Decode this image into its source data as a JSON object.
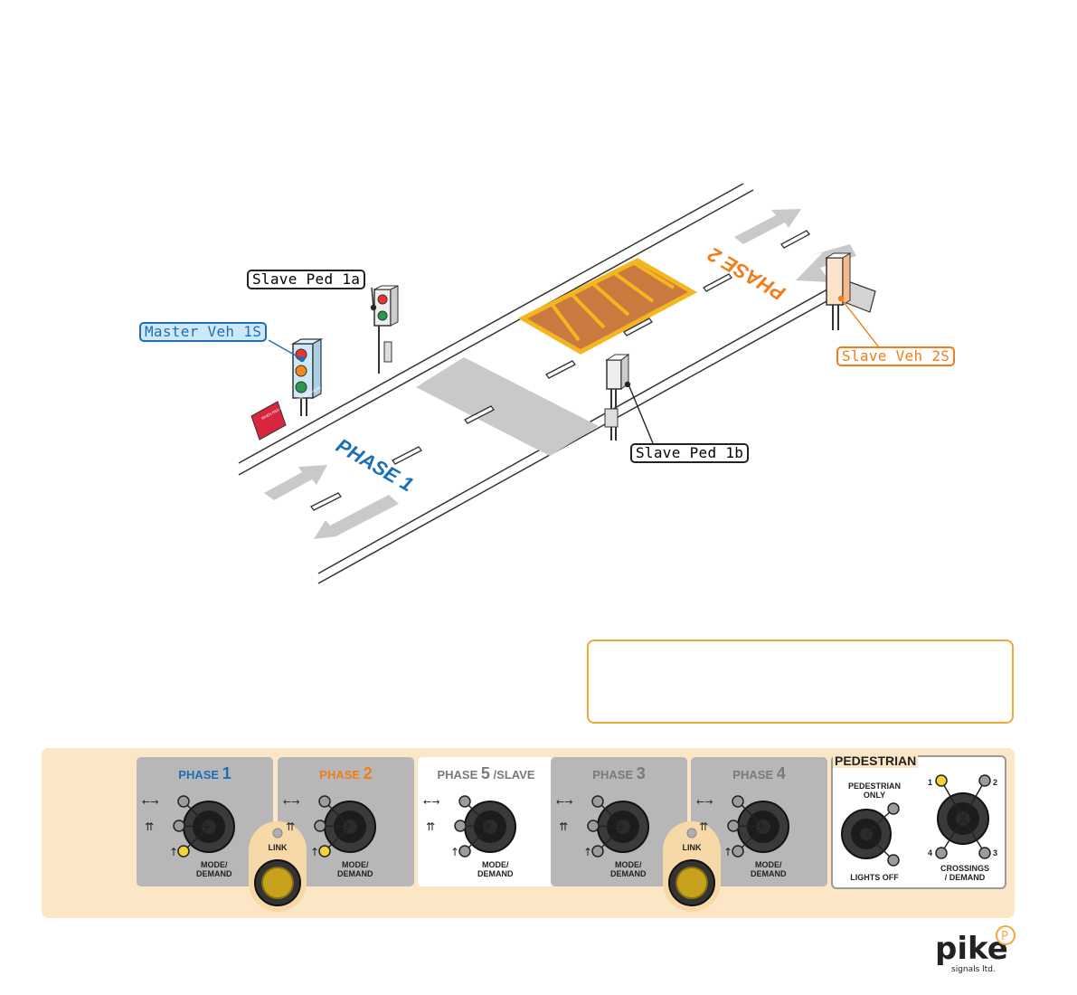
{
  "callouts": {
    "slave_ped_1a": "Slave Ped 1a",
    "master_veh_1s": "Master Veh 1S",
    "slave_veh_2s": "Slave Veh 2S",
    "slave_ped_1b": "Slave Ped 1b"
  },
  "road": {
    "phase1_label": "PHASE 1",
    "phase2_label": "PHASE 2",
    "sign_text": "WHEN RED LIGHT SHOWS WAIT HERE"
  },
  "panel": {
    "phases": [
      {
        "word": "PHASE",
        "num": "1",
        "suffix": "",
        "color": "#1a6fb6",
        "active_led": "bottom"
      },
      {
        "word": "PHASE",
        "num": "2",
        "suffix": "",
        "color": "#f07d1a",
        "active_led": "bottom"
      },
      {
        "word": "PHASE",
        "num": "5",
        "suffix": "/SLAVE",
        "color": "#7a7a7a",
        "active_led": "none"
      },
      {
        "word": "PHASE",
        "num": "3",
        "suffix": "",
        "color": "#7a7a7a",
        "active_led": "none"
      },
      {
        "word": "PHASE",
        "num": "4",
        "suffix": "",
        "color": "#7a7a7a",
        "active_led": "none"
      }
    ],
    "mode_label": "MODE/\nDEMAND",
    "link_label": "LINK",
    "pedestrian": {
      "header": "PEDESTRIAN",
      "ped_only": "PEDESTRIAN\nONLY",
      "lights_off": "LIGHTS OFF",
      "crossings": "CROSSINGS\n/ DEMAND",
      "num1": "1",
      "num2": "2",
      "num3": "3",
      "num4": "4",
      "active_crossing": "1"
    }
  },
  "logo": {
    "name": "pike",
    "sub": "signals ltd.",
    "badge": "P"
  },
  "colors": {
    "blue": "#1a6fb6",
    "orange": "#f07d1a",
    "led_yellow": "#f4d23a",
    "panel_bg": "#fbe6c5"
  }
}
